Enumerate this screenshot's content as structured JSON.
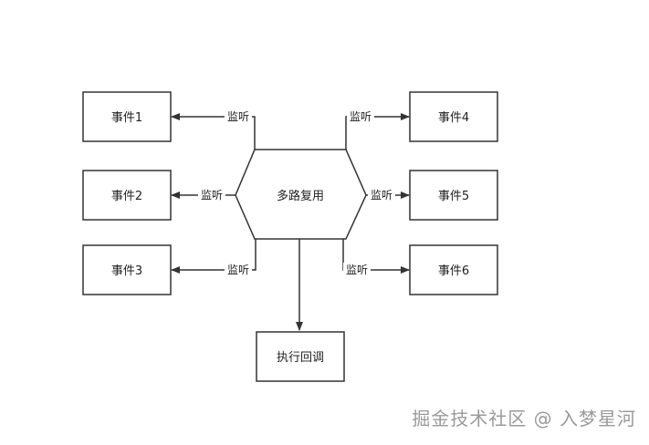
{
  "diagram": {
    "center_node": "多路复用",
    "event_nodes": [
      "事件1",
      "事件2",
      "事件3",
      "事件4",
      "事件5",
      "事件6"
    ],
    "callback_node": "执行回调",
    "edge_label": "监听"
  },
  "watermark": "掘金技术社区 @ 入梦星河"
}
